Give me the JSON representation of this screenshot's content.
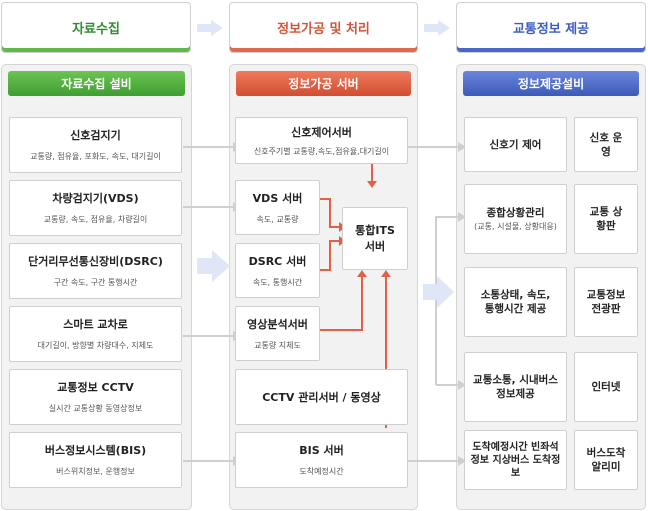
{
  "stages": [
    {
      "label": "자료수집"
    },
    {
      "label": "정보가공 및 처리"
    },
    {
      "label": "교통정보 제공"
    }
  ],
  "panels": {
    "collect": {
      "title": "자료수집 설비"
    },
    "process": {
      "title": "정보가공 서버"
    },
    "provide": {
      "title": "정보제공설비"
    }
  },
  "collect_items": [
    {
      "title": "신호검지기",
      "sub": "교통량, 점유율, 포화도, 속도, 대기길이"
    },
    {
      "title": "차량검지기(VDS)",
      "sub": "교통량, 속도, 점유율, 차량길이"
    },
    {
      "title": "단거리무선통신장비(DSRC)",
      "sub": "구간 속도, 구간 통행시간"
    },
    {
      "title": "스마트 교차로",
      "sub": "대기길이, 방향별 차량대수, 지체도"
    },
    {
      "title": "교통정보 CCTV",
      "sub": "실시간 교통상황 동영상정보"
    },
    {
      "title": "버스정보시스템(BIS)",
      "sub": "버스위치정보, 운행정보"
    }
  ],
  "process_items": {
    "signal": {
      "title": "신호제어서버",
      "sub": "신호주기별 교통량,속도,점유율,대기길이"
    },
    "vds": {
      "title": "VDS 서버",
      "sub": "속도, 교통량"
    },
    "dsrc": {
      "title": "DSRC 서버",
      "sub": "속도, 통행시간"
    },
    "video": {
      "title": "영상분석서버",
      "sub": "교통량 지체도"
    },
    "its": {
      "title": "통합ITS 서버"
    },
    "cctv": {
      "title": "CCTV 관리서버 / 동영상"
    },
    "bis": {
      "title": "BIS 서버",
      "sub": "도착예정시간"
    }
  },
  "provide_rows": [
    {
      "left": "신호기 제어",
      "left_sub": "",
      "right": "신호 운영"
    },
    {
      "left": "종합상황관리",
      "left_sub": "(교통, 시설물, 상황대응)",
      "right": "교통 상황판"
    },
    {
      "left": "소통상태, 속도, 통행시간 제공",
      "left_sub": "",
      "right": "교통정보 전광판"
    },
    {
      "left": "교통소통, 시내버스 정보제공",
      "left_sub": "",
      "right": "인터넷"
    },
    {
      "left": "도착예정시간 빈좌석 정보 지상버스 도착정보",
      "left_sub": "",
      "right": "버스도착 알리미"
    }
  ],
  "colors": {
    "green": "#4aa83a",
    "red": "#e05a3d",
    "blue": "#4562c4",
    "line": "#cfcfcf"
  }
}
